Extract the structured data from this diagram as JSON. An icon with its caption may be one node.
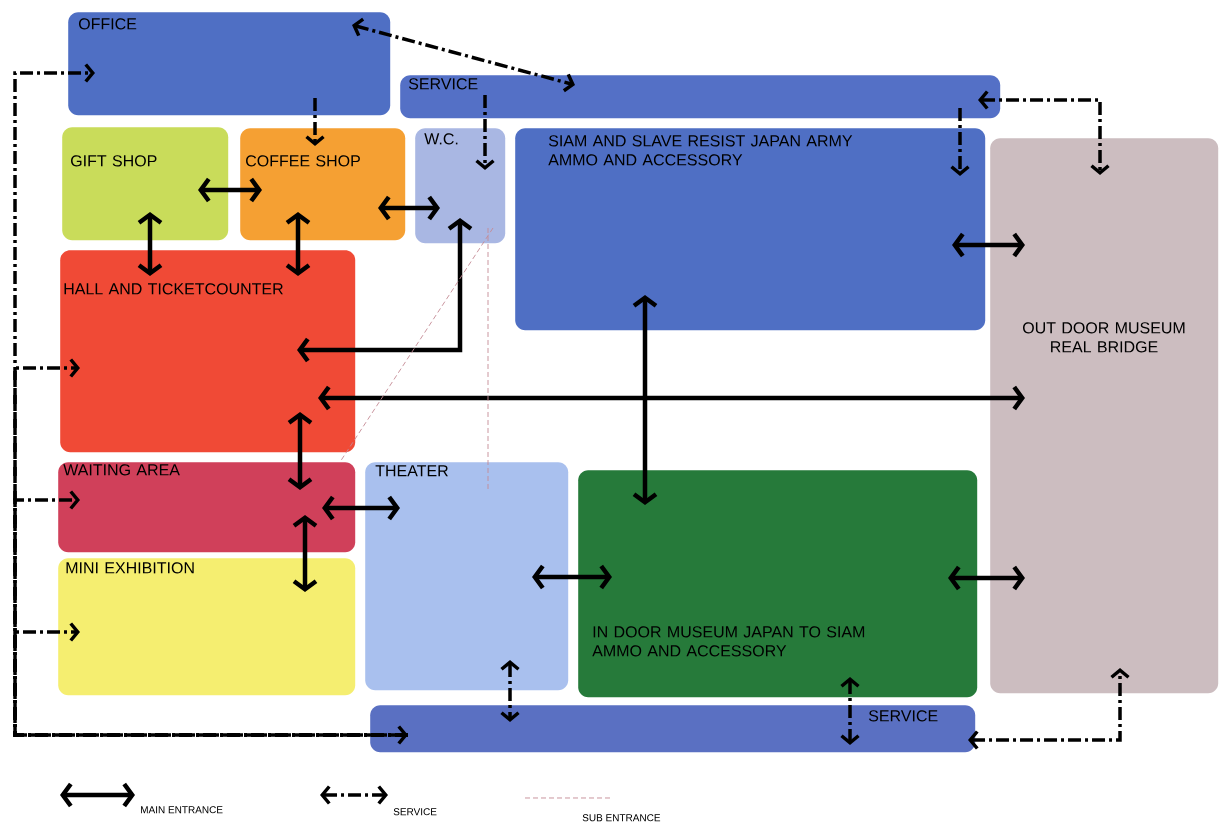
{
  "diagram": {
    "nodes": [
      {
        "text": [
          "OFFICE"
        ]
      },
      {
        "text": [
          "SERVICE"
        ]
      },
      {
        "text": [
          "GIFT SHOP"
        ]
      },
      {
        "text": [
          "COFFEE SHOP"
        ]
      },
      {
        "text": [
          "W.C."
        ]
      },
      {
        "text": [
          "SIAM AND SLAVE RESIST JAPAN ARMY AMMO AND ACCESSORY"
        ]
      },
      {
        "text": [
          "OUT DOOR MUSEUM REAL BRIDGE"
        ]
      },
      {
        "text": [
          "HALL AND TICKETCOUNTER"
        ]
      },
      {
        "text": [
          "WAITING AREA"
        ]
      },
      {
        "text": [
          "THEATER"
        ]
      },
      {
        "text": [
          "IN DOOR MUSEUM JAPAN TO SIAM AMMO AND ACCESSORY"
        ]
      },
      {
        "text": [
          "MINI EXHIBITION"
        ]
      },
      {
        "text": [
          "SERVICE"
        ]
      }
    ],
    "edges": [
      {
        "from": 0,
        "to": 1,
        "arrow": "both",
        "style": "dashed"
      },
      {
        "from": 0,
        "to": 3,
        "arrow": "to",
        "style": "dashed"
      },
      {
        "from": 1,
        "to": 4,
        "arrow": "to",
        "style": "dashed"
      },
      {
        "from": 1,
        "to": 5,
        "arrow": "to",
        "style": "dashed"
      },
      {
        "from": 1,
        "to": 6,
        "arrow": "both",
        "style": "dashed"
      },
      {
        "from": 2,
        "to": 3,
        "arrow": "both"
      },
      {
        "from": 3,
        "to": 4,
        "arrow": "both"
      },
      {
        "from": 2,
        "to": 7,
        "arrow": "both"
      },
      {
        "from": 3,
        "to": 7,
        "arrow": "both"
      },
      {
        "from": 4,
        "to": 7,
        "arrow": "both"
      },
      {
        "from": 5,
        "to": 6,
        "arrow": "both"
      },
      {
        "from": 7,
        "to": 6,
        "arrow": "both"
      },
      {
        "from": 5,
        "to": 10,
        "arrow": "both"
      },
      {
        "from": 4,
        "to": 8,
        "arrow": "none",
        "style": "dashed",
        "color": "#c48a94"
      },
      {
        "from": 4,
        "to": 9,
        "arrow": "none",
        "style": "dashed",
        "color": "#c48a94"
      },
      {
        "from": 7,
        "to": 8,
        "arrow": "both"
      },
      {
        "from": 8,
        "to": 11,
        "arrow": "both"
      },
      {
        "from": 8,
        "to": 9,
        "arrow": "both"
      },
      {
        "from": 9,
        "to": 10,
        "arrow": "both"
      },
      {
        "from": 10,
        "to": 6,
        "arrow": "both"
      },
      {
        "from": 12,
        "to": 0,
        "arrow": "both",
        "style": "dashed"
      },
      {
        "from": 12,
        "to": 7,
        "arrow": "to",
        "style": "dashed"
      },
      {
        "from": 12,
        "to": 8,
        "arrow": "to",
        "style": "dashed"
      },
      {
        "from": 12,
        "to": 11,
        "arrow": "to",
        "style": "dashed"
      },
      {
        "from": 9,
        "to": 12,
        "arrow": "both",
        "style": "dashed"
      },
      {
        "from": 10,
        "to": 12,
        "arrow": "both",
        "style": "dashed"
      },
      {
        "from": 12,
        "to": 6,
        "arrow": "both",
        "style": "dashed"
      }
    ],
    "legend": [
      {
        "text": "MAIN ENTRANCE"
      },
      {
        "text": "SERVICE"
      },
      {
        "text": "SUB ENTRANCE"
      }
    ]
  }
}
